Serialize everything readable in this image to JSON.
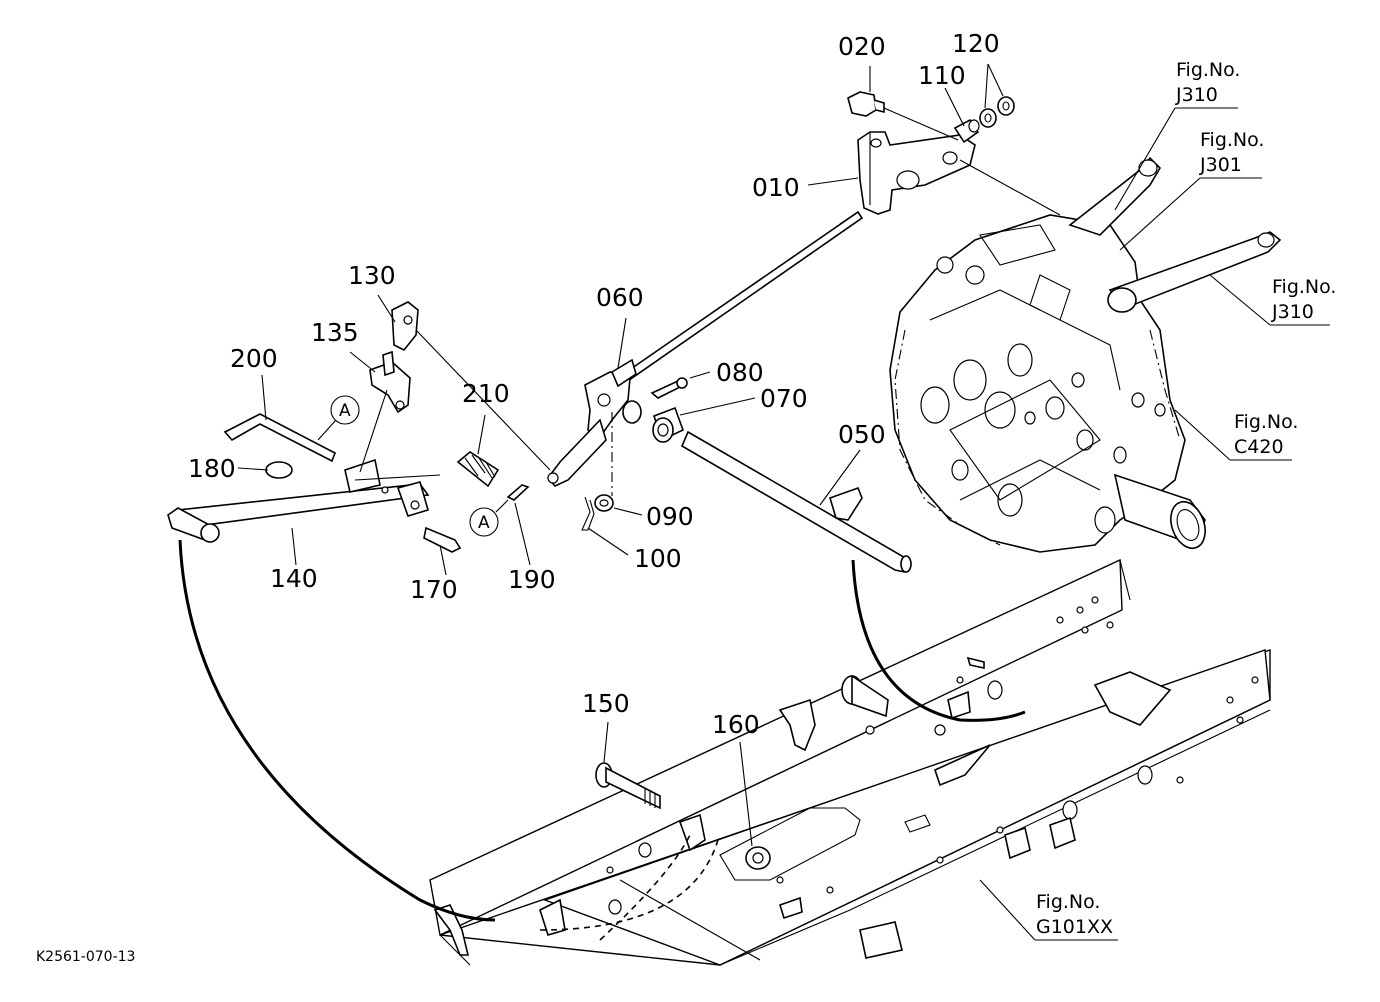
{
  "diagram": {
    "drawing_code": "K2561-070-13",
    "parts": {
      "p010": "010",
      "p020": "020",
      "p050": "050",
      "p060": "060",
      "p070": "070",
      "p080": "080",
      "p090": "090",
      "p100": "100",
      "p110": "110",
      "p120": "120",
      "p130": "130",
      "p135": "135",
      "p140": "140",
      "p150": "150",
      "p160": "160",
      "p170": "170",
      "p180": "180",
      "p190": "190",
      "p200": "200",
      "p210": "210"
    },
    "figure_refs": {
      "j310_top": {
        "label": "Fig.No.",
        "code": "J310"
      },
      "j301": {
        "label": "Fig.No.",
        "code": "J301"
      },
      "j310_right": {
        "label": "Fig.No.",
        "code": "J310"
      },
      "c420": {
        "label": "Fig.No.",
        "code": "C420"
      },
      "g101xx": {
        "label": "Fig.No.",
        "code": "G101XX"
      }
    },
    "markers": {
      "a_upper": "A",
      "a_lower": "A"
    }
  }
}
